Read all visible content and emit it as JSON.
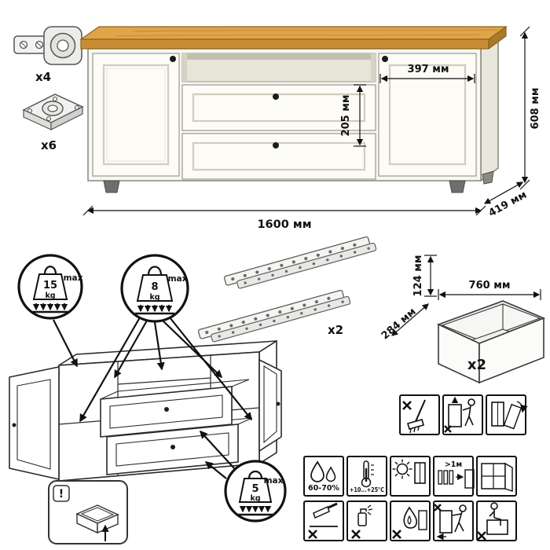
{
  "hardware": {
    "hinges_qty": "x4",
    "feet_qty": "x6",
    "slides_qty": "x2"
  },
  "dimensions": {
    "overall_width": "1600 мм",
    "overall_height": "608 мм",
    "overall_depth": "419 мм",
    "right_door_width": "397 мм",
    "drawer_front_height": "205 мм"
  },
  "drawer_box": {
    "height": "124 мм",
    "width": "760 мм",
    "depth": "284 мм",
    "qty": "x2"
  },
  "load_limits": {
    "top_surface": {
      "amount": "15",
      "unit": "kg",
      "suffix": "max"
    },
    "shelf": {
      "amount": "8",
      "unit": "kg",
      "suffix": "max"
    },
    "drawer": {
      "amount": "5",
      "unit": "kg",
      "suffix": "max"
    }
  },
  "assembly_note": {
    "mark": "!"
  },
  "care_icons": {
    "row1": [
      {
        "name": "no-mop-icon"
      },
      {
        "name": "lift-to-move-icon"
      },
      {
        "name": "tilt-upright-icon"
      }
    ],
    "row2": [
      {
        "name": "humidity-icon",
        "label": "60-70%"
      },
      {
        "name": "temperature-icon",
        "label": "+10...+25°C"
      },
      {
        "name": "no-direct-sunlight-icon",
        "label": ""
      },
      {
        "name": "heat-distance-icon",
        "label": ">1м"
      },
      {
        "name": "ventilation-icon",
        "label": ""
      }
    ],
    "row3": [
      {
        "name": "no-cutting-icon"
      },
      {
        "name": "no-harsh-cleaning-icon"
      },
      {
        "name": "no-open-flame-icon"
      },
      {
        "name": "no-dragging-icon"
      },
      {
        "name": "no-sitting-icon"
      }
    ]
  },
  "colors": {
    "wood_top": "#E0A449",
    "cabinet": "#F8F7F1",
    "line": "#1a1a1a"
  }
}
